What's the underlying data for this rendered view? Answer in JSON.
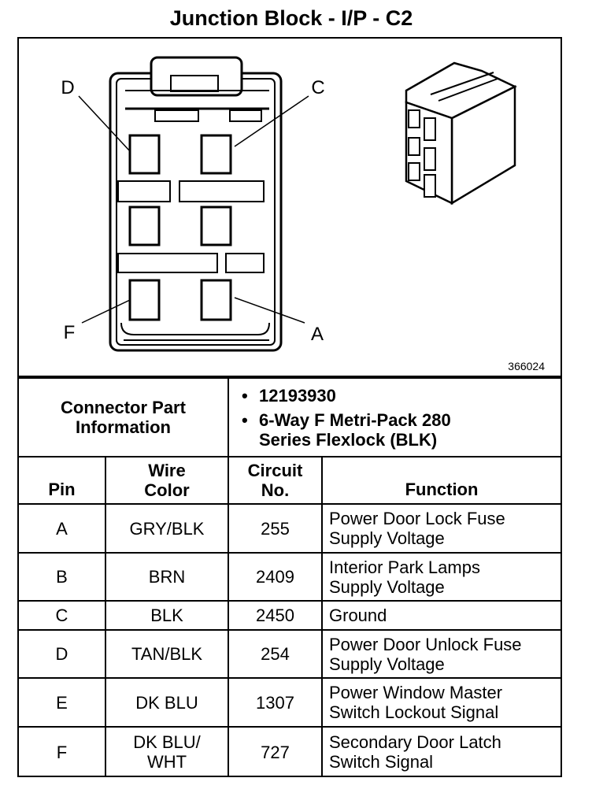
{
  "title": "Junction Block - I/P - C2",
  "figure": {
    "pin_callouts": [
      "D",
      "C",
      "F",
      "A"
    ],
    "figure_id": "366024"
  },
  "connector_info": {
    "label": "Connector Part Information",
    "items": [
      "12193930",
      "6-Way F Metri-Pack 280 Series Flexlock (BLK)"
    ]
  },
  "table": {
    "headers": [
      "Pin",
      "Wire Color",
      "Circuit No.",
      "Function"
    ],
    "rows": [
      {
        "pin": "A",
        "wire_color": "GRY/BLK",
        "circuit": "255",
        "function": "Power Door Lock Fuse Supply Voltage"
      },
      {
        "pin": "B",
        "wire_color": "BRN",
        "circuit": "2409",
        "function": "Interior Park Lamps Supply Voltage"
      },
      {
        "pin": "C",
        "wire_color": "BLK",
        "circuit": "2450",
        "function": "Ground"
      },
      {
        "pin": "D",
        "wire_color": "TAN/BLK",
        "circuit": "254",
        "function": "Power Door Unlock Fuse Supply Voltage"
      },
      {
        "pin": "E",
        "wire_color": "DK BLU",
        "circuit": "1307",
        "function": "Power Window Master Switch Lockout Signal"
      },
      {
        "pin": "F",
        "wire_color": "DK BLU/ WHT",
        "circuit": "727",
        "function": "Secondary Door Latch Switch Signal"
      }
    ]
  }
}
